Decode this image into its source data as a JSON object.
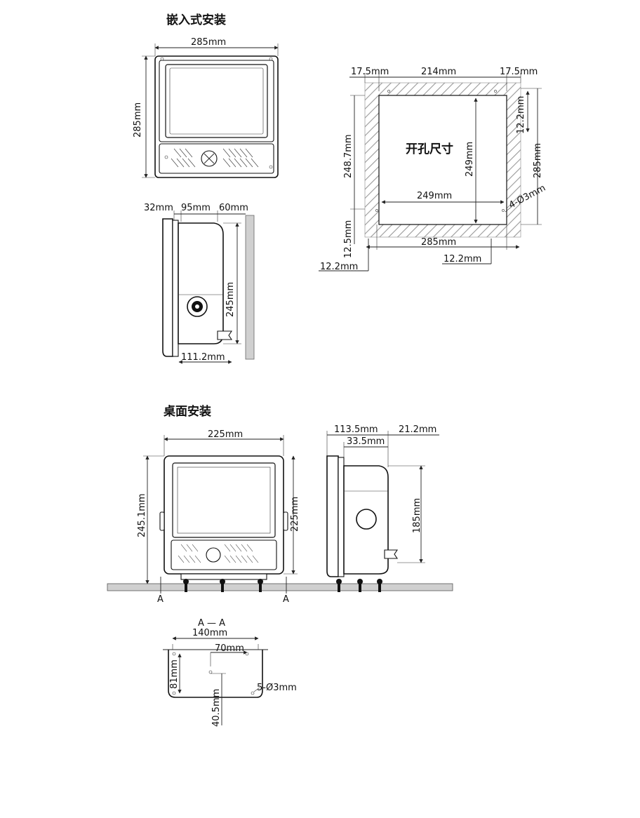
{
  "sections": {
    "embedded_title": "嵌入式安装",
    "desktop_title": "桌面安装"
  },
  "embedded_front": {
    "width": "285mm",
    "height": "285mm"
  },
  "embedded_side": {
    "d1": "32mm",
    "d2": "95mm",
    "d3": "60mm",
    "height": "245mm",
    "depth": "111.2mm"
  },
  "cutout": {
    "label": "开孔尺寸",
    "top_left": "17.5mm",
    "top_mid": "214mm",
    "top_right": "17.5mm",
    "right_top": "12.2mm",
    "right_total": "285mm",
    "left_height": "248.7mm",
    "inner_height": "249mm",
    "inner_width": "249mm",
    "holes": "4-Ø3mm",
    "left_bottom": "12.5mm",
    "bottom_width": "285mm",
    "bottom_left": "12.2mm",
    "bottom_right": "12.2mm"
  },
  "desktop_front": {
    "width": "225mm",
    "height_left": "245.1mm",
    "height_right": "225mm",
    "section_marker": "A"
  },
  "desktop_side": {
    "d1": "113.5mm",
    "d2": "21.2mm",
    "d3": "33.5mm",
    "height": "185mm"
  },
  "base_section": {
    "title": "A — A",
    "width": "140mm",
    "offset": "70mm",
    "height": "81mm",
    "sub_height": "40.5mm",
    "holes": "5-Ø3mm"
  }
}
